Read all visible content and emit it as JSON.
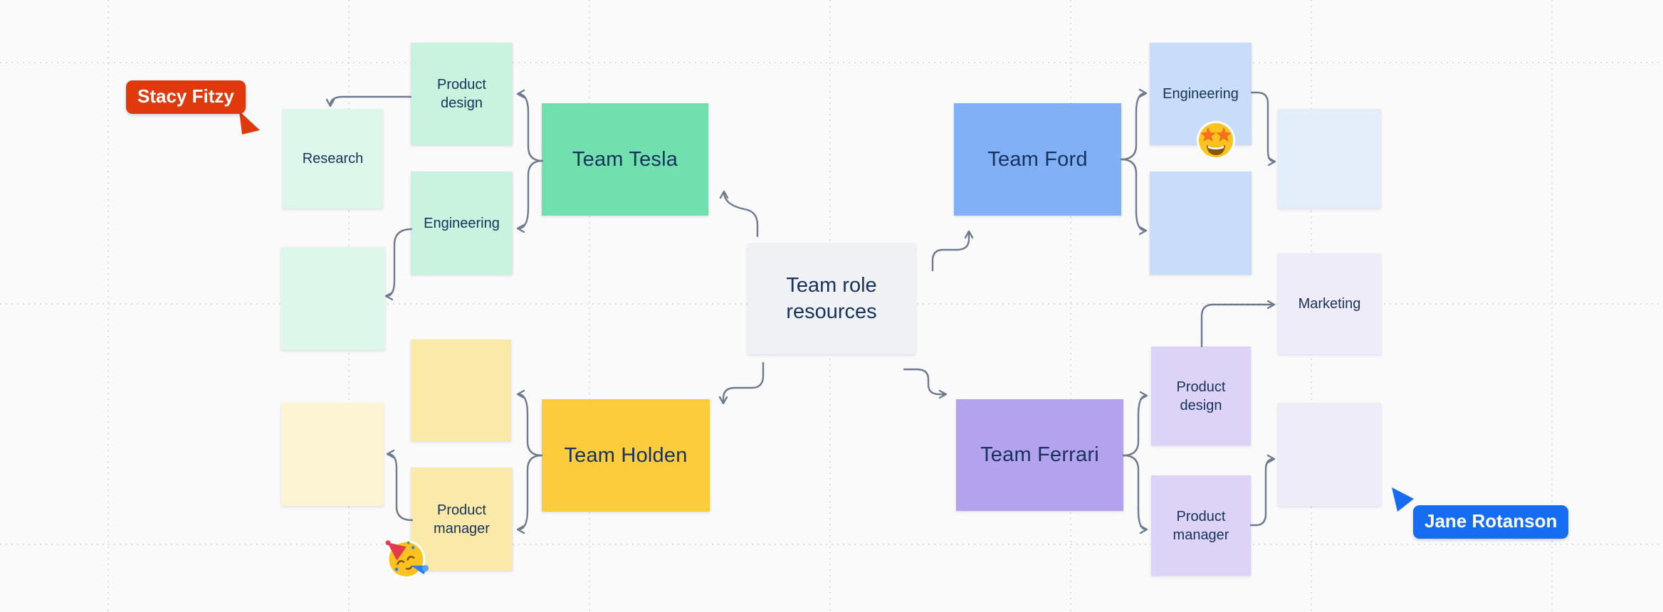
{
  "board": {
    "background_color": "#FAFAFB",
    "grid_color": "#DBDDE3",
    "connector_color": "#6E7B8F",
    "text_color": "#16335B",
    "center_node": {
      "label": "Team role resources",
      "fill": "#F0F1F4"
    },
    "teams": {
      "tesla": {
        "label": "Team Tesla",
        "fill": "#72DFAE"
      },
      "ford": {
        "label": "Team Ford",
        "fill": "#81B0F6"
      },
      "holden": {
        "label": "Team Holden",
        "fill": "#FCCC3C"
      },
      "ferrari": {
        "label": "Team Ferrari",
        "fill": "#B5A2EF"
      }
    },
    "stickies": {
      "tesla_product_design": {
        "label": "Product design",
        "fill": "#C9F3DE"
      },
      "tesla_engineering": {
        "label": "Engineering",
        "fill": "#C9F3DE"
      },
      "tesla_research": {
        "label": "Research",
        "fill": "#DDF8EA"
      },
      "tesla_blank": {
        "label": "",
        "fill": "#DDF8EA"
      },
      "holden_blank_top": {
        "label": "",
        "fill": "#FBE9A9"
      },
      "holden_product_manager": {
        "label": "Product manager",
        "fill": "#FBE9A9"
      },
      "holden_blank_left": {
        "label": "",
        "fill": "#FDF4D3"
      },
      "ford_engineering": {
        "label": "Engineering",
        "fill": "#C9DCFA"
      },
      "ford_blank": {
        "label": "",
        "fill": "#C9DCFA"
      },
      "ford_blank_right": {
        "label": "",
        "fill": "#E4EEFB"
      },
      "ford_marketing": {
        "label": "Marketing",
        "fill": "#EFECF9"
      },
      "ferrari_product_design": {
        "label": "Product design",
        "fill": "#DCD3F7"
      },
      "ferrari_product_manager": {
        "label": "Product manager",
        "fill": "#DCD3F7"
      },
      "ferrari_blank_right": {
        "label": "",
        "fill": "#EFECF9"
      }
    },
    "collaborators": [
      {
        "name": "Stacy Fitzy",
        "color": "#E0390E"
      },
      {
        "name": "Jane Rotanson",
        "color": "#176DF2"
      }
    ],
    "emojis": [
      {
        "name": "star-struck-emoji"
      },
      {
        "name": "partying-face-emoji"
      }
    ]
  }
}
